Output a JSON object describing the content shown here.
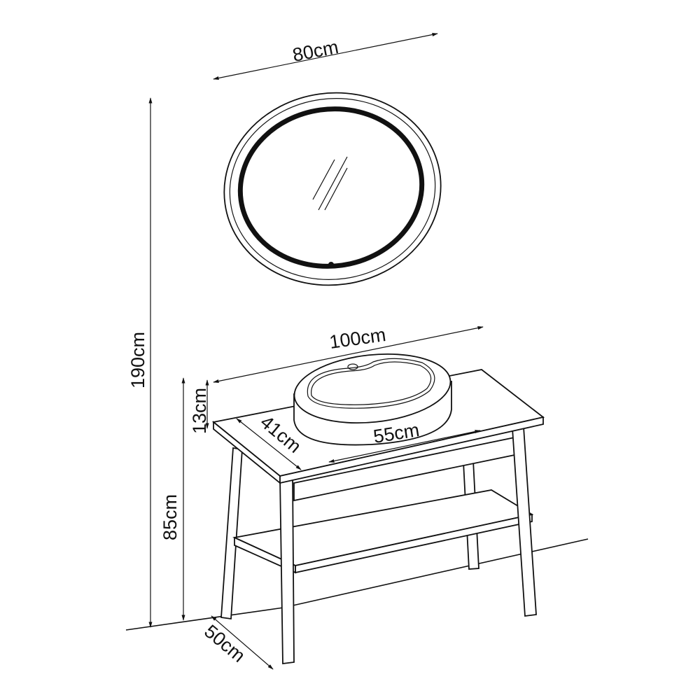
{
  "dimensions": {
    "mirror_width": "80cm",
    "total_height": "190cm",
    "vanity_width": "100cm",
    "sink_height": "13cm",
    "vanity_height": "85cm",
    "sink_depth": "41cm",
    "sink_width": "55cm",
    "vanity_depth": "50cm"
  },
  "colors": {
    "line": "#111111",
    "background": "#ffffff"
  }
}
